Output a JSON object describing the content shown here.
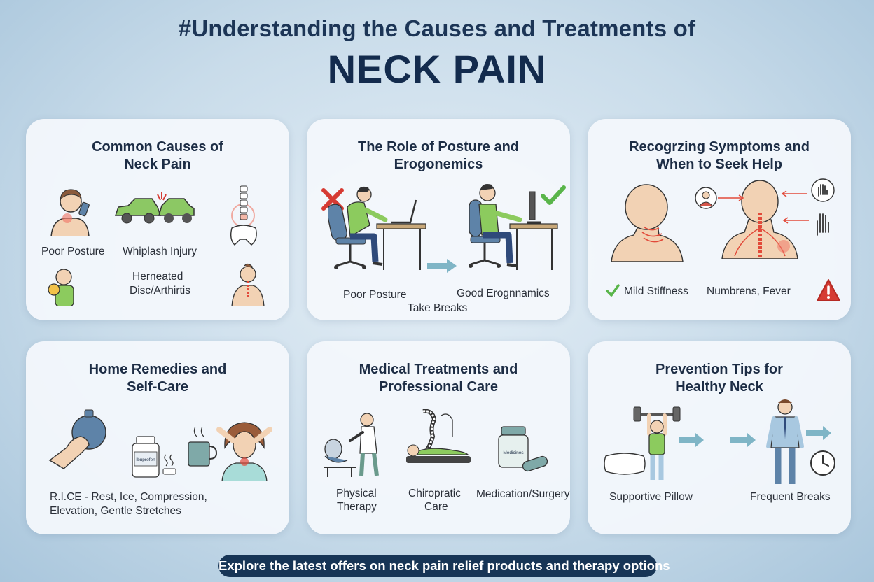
{
  "header": {
    "title_line1": "#Understanding the Causes and Treatments of",
    "title_line2": "NECK PAIN"
  },
  "cards": [
    {
      "title_l1": "Common Causes of",
      "title_l2": "Neck Pain",
      "labels": [
        "Poor Posture",
        "Whiplash Injury",
        "Herneated",
        "Disc/Arthirtis"
      ]
    },
    {
      "title_l1": "The Role of Posture and",
      "title_l2": "Erogonemics",
      "labels": [
        "Poor Posture",
        "Good Erognnamics",
        "Take Breaks"
      ]
    },
    {
      "title_l1": "Recogrzing Symptoms and",
      "title_l2": "When to Seek Help",
      "labels": [
        "Mild Stiffness",
        "Numbrens, Fever"
      ]
    },
    {
      "title_l1": "Home Remedies and",
      "title_l2": "Self-Care",
      "labels": [
        "R.I.CE - Rest, Ice, Compression,",
        "Elevation, Gentle Stretches"
      ],
      "bottle_text": "Ibuprofen"
    },
    {
      "title_l1": "Medical Treatments and",
      "title_l2": "Professional Care",
      "labels": [
        "Physical",
        "Therapy",
        "Chiropratic",
        "Care",
        "Medication/Surgery"
      ],
      "jar_text": "Medicines"
    },
    {
      "title_l1": "Prevention Tips for",
      "title_l2": "Healthy Neck",
      "labels": [
        "Supportive Pillow",
        "Frequent Breaks"
      ]
    }
  ],
  "footer": {
    "text": "Explore the latest offers on neck pain relief products and therapy options"
  },
  "colors": {
    "title": "#132b4d",
    "footer_bg": "#173556",
    "shirt_green": "#8ccb5e",
    "cross_red": "#d63b33",
    "check_green": "#59b54a",
    "pain_red": "#e24a3a"
  },
  "icons": [
    "neck-pain-phone-icon",
    "car-crash-icon",
    "spine-icon",
    "shoulder-pain-icon",
    "neck-spine-icon",
    "cross-icon",
    "check-icon",
    "poor-posture-desk-icon",
    "good-posture-desk-icon",
    "arrow-right-icon",
    "head-profile-icon",
    "neck-nerve-icon",
    "doctor-avatar-icon",
    "hand-icon",
    "warning-icon",
    "ice-pack-icon",
    "pill-bottle-icon",
    "mug-icon",
    "woman-neck-icon",
    "therapist-icon",
    "chiropractic-icon",
    "medicine-jar-icon",
    "capsule-icon",
    "pillow-icon",
    "exercise-person-icon",
    "standing-man-icon",
    "clock-icon"
  ]
}
